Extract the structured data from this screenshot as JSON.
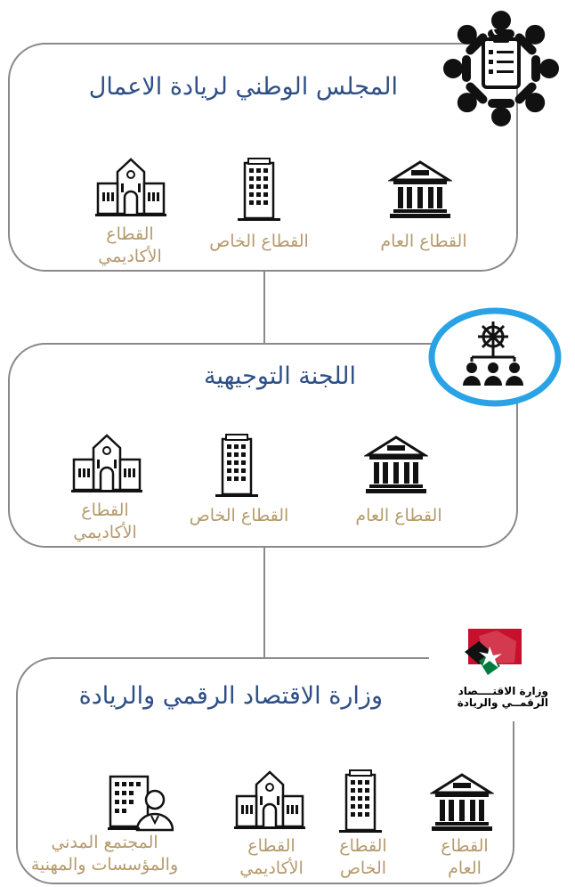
{
  "boxes": [
    {
      "title": "المجلس الوطني لريادة الاعمال",
      "labels": {
        "public": "القطاع العام",
        "private": "القطاع الخاص",
        "academic_1": "القطاع",
        "academic_2": "الأكاديمي"
      }
    },
    {
      "title": "اللجنة التوجيهية",
      "labels": {
        "public": "القطاع العام",
        "private": "القطاع الخاص",
        "academic_1": "القطاع",
        "academic_2": "الأكاديمي"
      }
    },
    {
      "title": "وزارة الاقتصاد الرقمي والريادة",
      "labels": {
        "public_1": "القطاع",
        "public_2": "العام",
        "private_1": "القطاع",
        "private_2": "الخاص",
        "academic_1": "القطاع",
        "academic_2": "الأكاديمي",
        "civil_1": "المجتمع المدني",
        "civil_2": "والمؤسسات والمهنية"
      }
    }
  ],
  "ministry_logo": {
    "line1": "وزارة الاقتــــصاد",
    "line2": "الرقمــي والريادة",
    "colors": [
      "#c8102e",
      "#007a3d",
      "#000000"
    ]
  },
  "colors": {
    "title": "#2e4f86",
    "label": "#b59a6b",
    "border": "#8a8a8a",
    "ring": "#29a3e6"
  }
}
